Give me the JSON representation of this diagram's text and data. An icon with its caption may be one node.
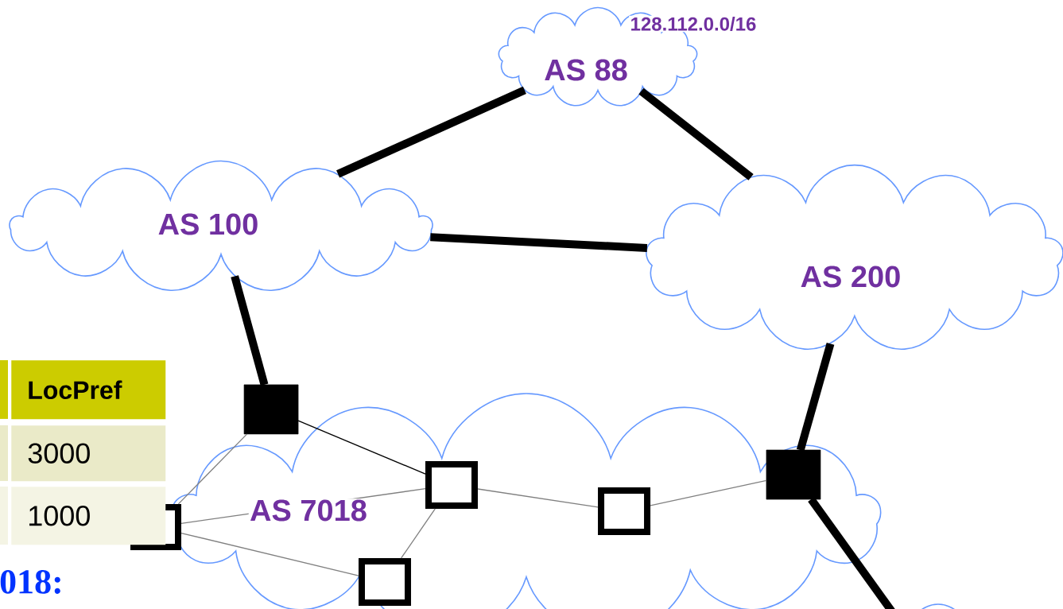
{
  "diagram": {
    "nodes": [
      {
        "text": [
          "AS 88"
        ],
        "beside": [
          "128.112.0.0/16"
        ]
      },
      {
        "text": [
          "AS 100"
        ]
      },
      {
        "text": [
          "AS 200"
        ]
      },
      {
        "text": [
          "AS 7018"
        ]
      },
      {
        "text": [],
        "shape": "box",
        "in": 3
      },
      {
        "text": [],
        "shape": "box",
        "in": 3
      },
      {
        "text": [],
        "shape": "box",
        "in": 3
      },
      {
        "text": [],
        "shape": "box",
        "in": 3
      },
      {
        "text": [],
        "shape": "box"
      },
      {
        "text": [],
        "shape": "box",
        "in": 3
      },
      {
        "text": [],
        "shape": "cloud"
      }
    ],
    "edges": [
      {
        "from": 0,
        "to": 1,
        "arrow": "none",
        "style": "thick"
      },
      {
        "from": 0,
        "to": 2,
        "arrow": "none",
        "style": "thick"
      },
      {
        "from": 1,
        "to": 2,
        "arrow": "none",
        "style": "thick"
      },
      {
        "from": 1,
        "to": 4,
        "arrow": "none",
        "style": "thick"
      },
      {
        "from": 2,
        "to": 7,
        "arrow": "none",
        "style": "thick"
      },
      {
        "from": 7,
        "to": 10,
        "arrow": "none",
        "style": "thick"
      },
      {
        "from": 4,
        "to": 5,
        "arrow": "none"
      },
      {
        "from": 4,
        "to": 8,
        "arrow": "none",
        "color": "#808080"
      },
      {
        "from": 8,
        "to": 5,
        "arrow": "none",
        "color": "#808080"
      },
      {
        "from": 8,
        "to": 9,
        "arrow": "none",
        "color": "#808080"
      },
      {
        "from": 9,
        "to": 5,
        "arrow": "none",
        "color": "#808080"
      },
      {
        "from": 5,
        "to": 6,
        "arrow": "none",
        "color": "#808080"
      },
      {
        "from": 6,
        "to": 7,
        "arrow": "none",
        "color": "#808080"
      }
    ],
    "labels": [
      "LocPref",
      "3000",
      "1000",
      "018:"
    ]
  }
}
